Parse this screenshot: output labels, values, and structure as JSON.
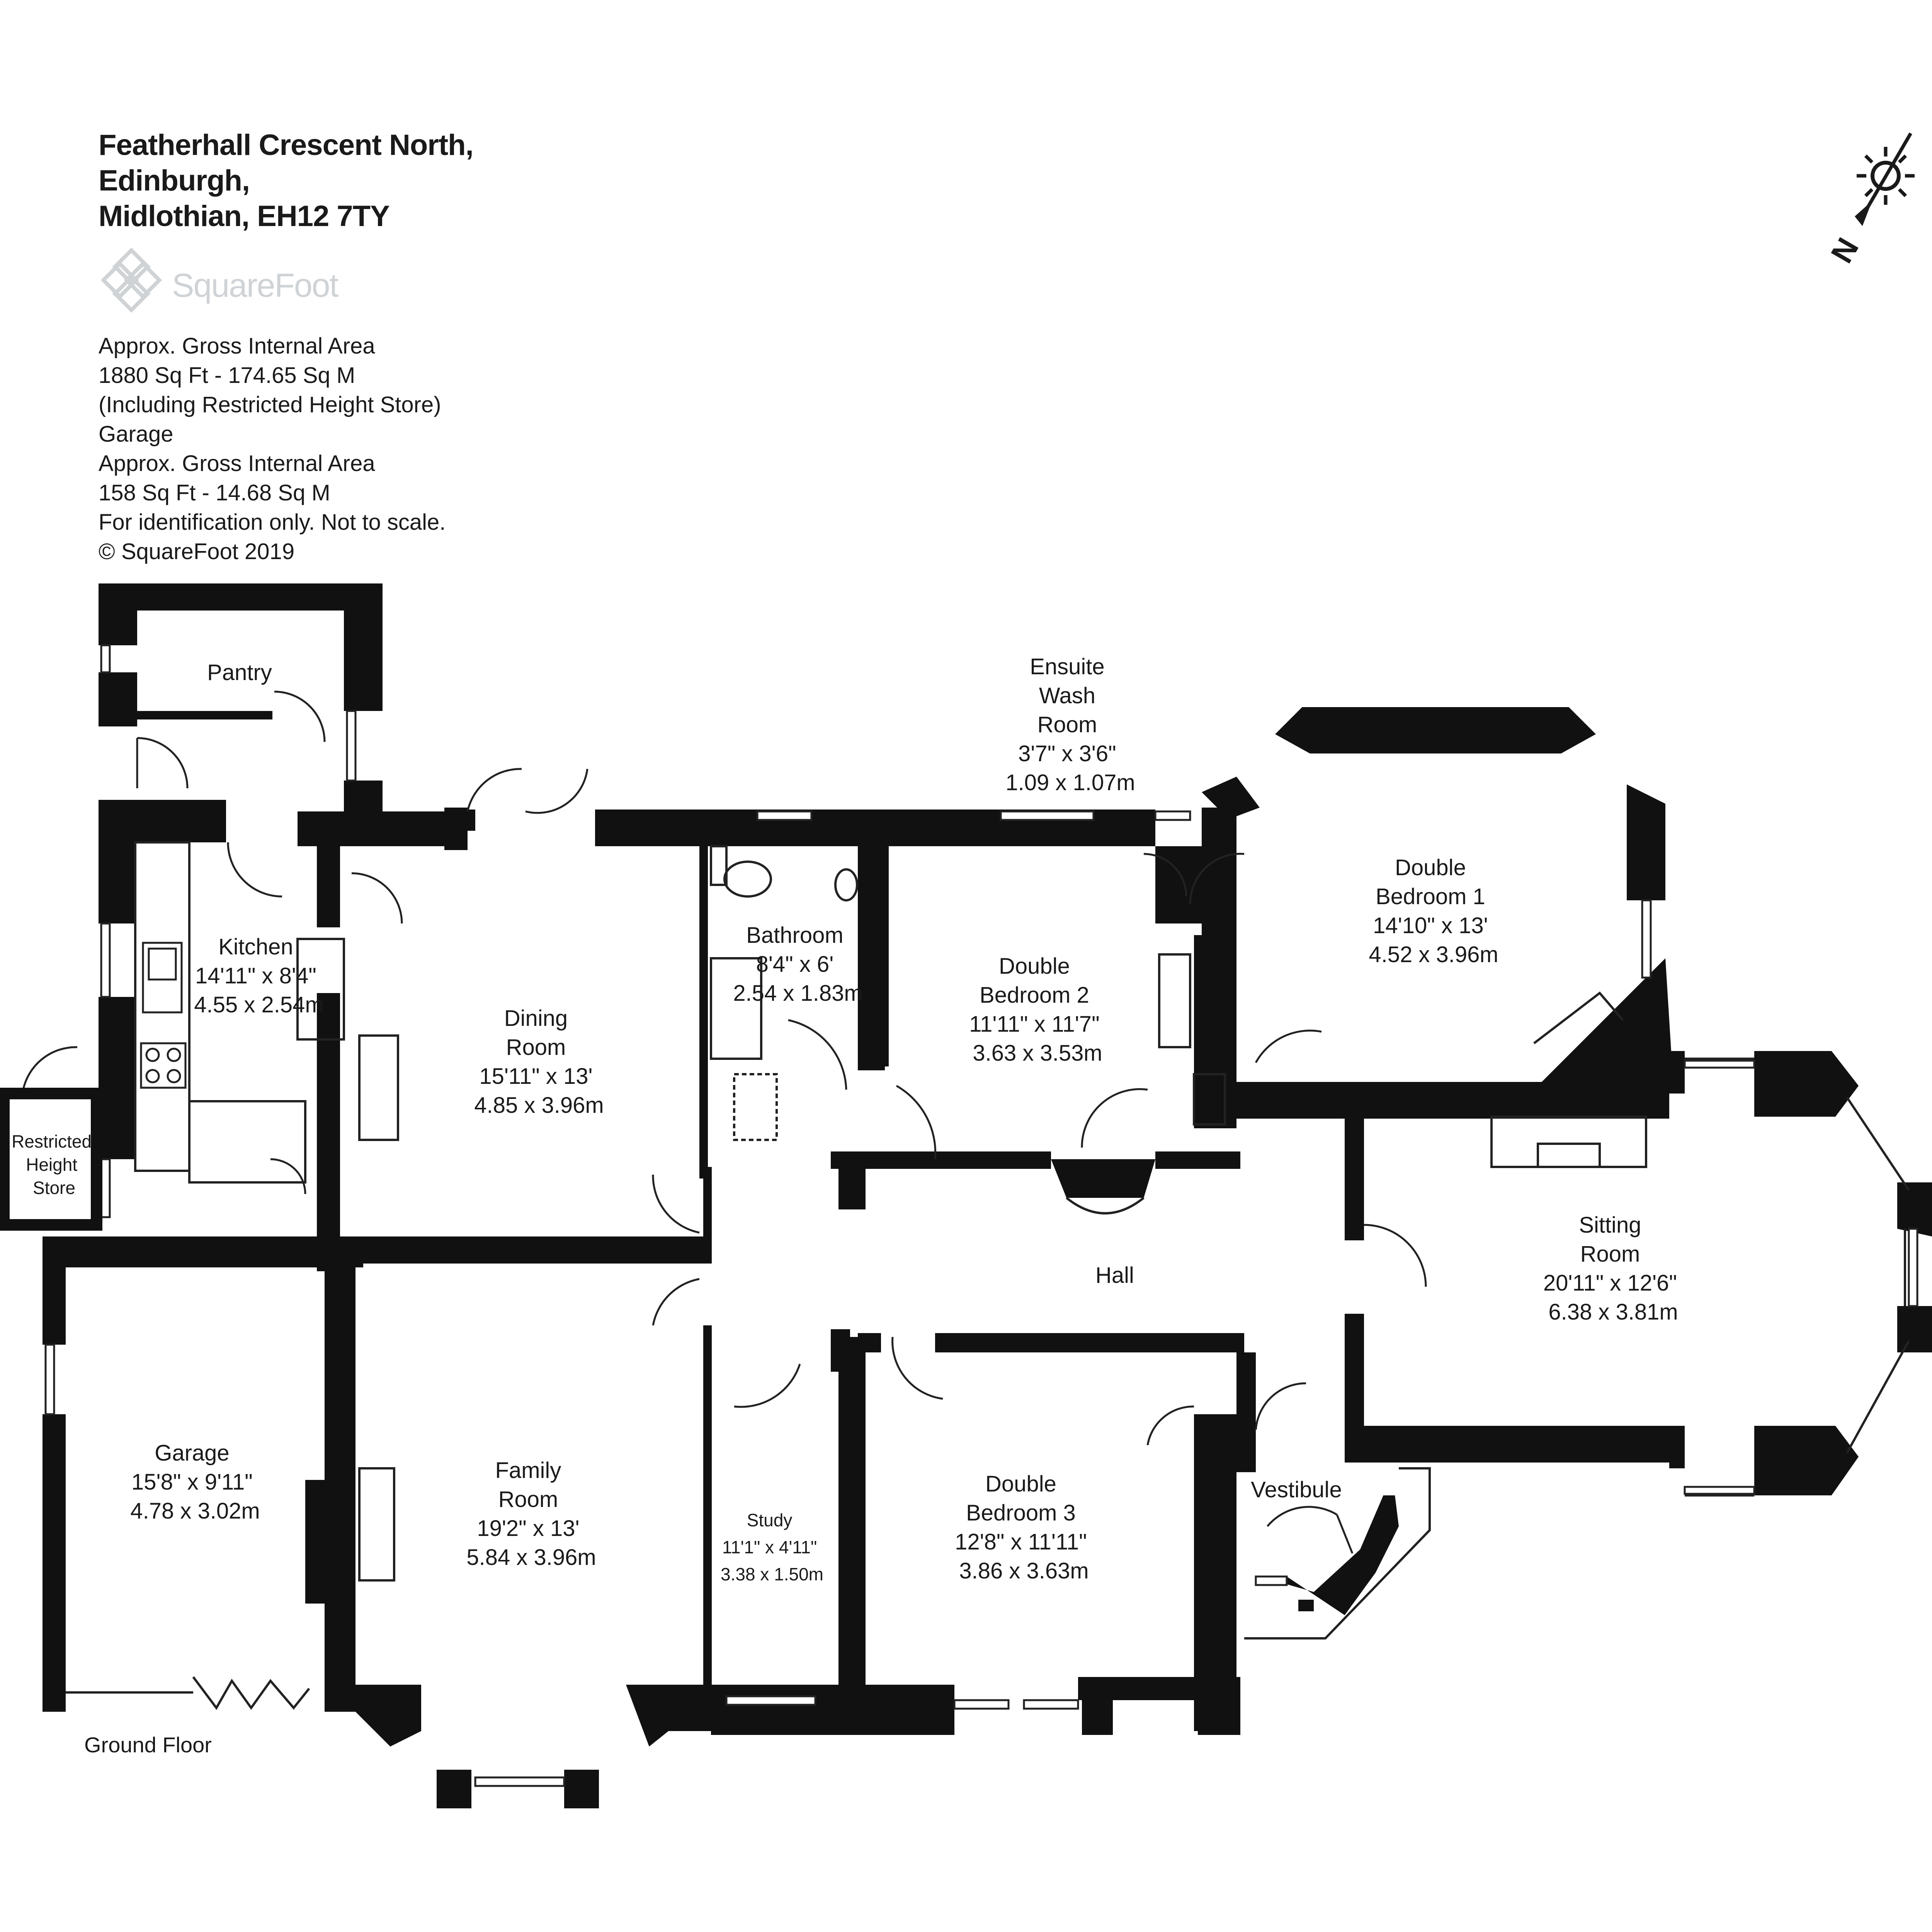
{
  "header": {
    "address_lines": [
      "Featherhall Crescent North,",
      "Edinburgh,",
      "Midlothian, EH12 7TY"
    ],
    "logo_text": "SquareFoot",
    "info_lines": [
      "Approx. Gross Internal Area",
      "1880 Sq Ft  -  174.65 Sq M",
      "(Including Restricted Height Store)",
      "Garage",
      "Approx. Gross Internal Area",
      "158 Sq Ft  -  14.68 Sq M",
      "For identification only. Not to scale.",
      "© SquareFoot 2019"
    ]
  },
  "compass": {
    "label": "N"
  },
  "floor_label": "Ground Floor",
  "rooms": {
    "pantry": {
      "lines": [
        "Pantry"
      ]
    },
    "kitchen": {
      "lines": [
        "Kitchen",
        "14'11\" x 8'4\"",
        "4.55 x 2.54m"
      ]
    },
    "restricted_store": {
      "lines": [
        "Restricted",
        "Height",
        "Store"
      ]
    },
    "dining": {
      "lines": [
        "Dining",
        "Room",
        "15'11\" x 13'",
        "4.85 x 3.96m"
      ]
    },
    "bathroom": {
      "lines": [
        "Bathroom",
        "8'4\" x 6'",
        "2.54 x 1.83m"
      ]
    },
    "ensuite": {
      "lines": [
        "Ensuite",
        "Wash",
        "Room",
        "3'7\" x 3'6\"",
        "1.09 x 1.07m"
      ]
    },
    "bedroom2": {
      "lines": [
        "Double",
        "Bedroom 2",
        "11'11\" x 11'7\"",
        "3.63 x 3.53m"
      ]
    },
    "bedroom1": {
      "lines": [
        "Double",
        "Bedroom 1",
        "14'10\" x 13'",
        "4.52 x 3.96m"
      ]
    },
    "hall": {
      "lines": [
        "Hall"
      ]
    },
    "sitting": {
      "lines": [
        "Sitting",
        "Room",
        "20'11\" x 12'6\"",
        "6.38 x 3.81m"
      ]
    },
    "garage": {
      "lines": [
        "Garage",
        "15'8\" x 9'11\"",
        "4.78 x 3.02m"
      ]
    },
    "family": {
      "lines": [
        "Family",
        "Room",
        "19'2\" x 13'",
        "5.84 x 3.96m"
      ]
    },
    "study": {
      "lines": [
        "Study",
        "11'1\" x 4'11\"",
        "3.38 x 1.50m"
      ]
    },
    "bedroom3": {
      "lines": [
        "Double",
        "Bedroom 3",
        "12'8\" x 11'11\"",
        "3.86 x 3.63m"
      ]
    },
    "vestibule": {
      "lines": [
        "Vestibule"
      ]
    }
  }
}
